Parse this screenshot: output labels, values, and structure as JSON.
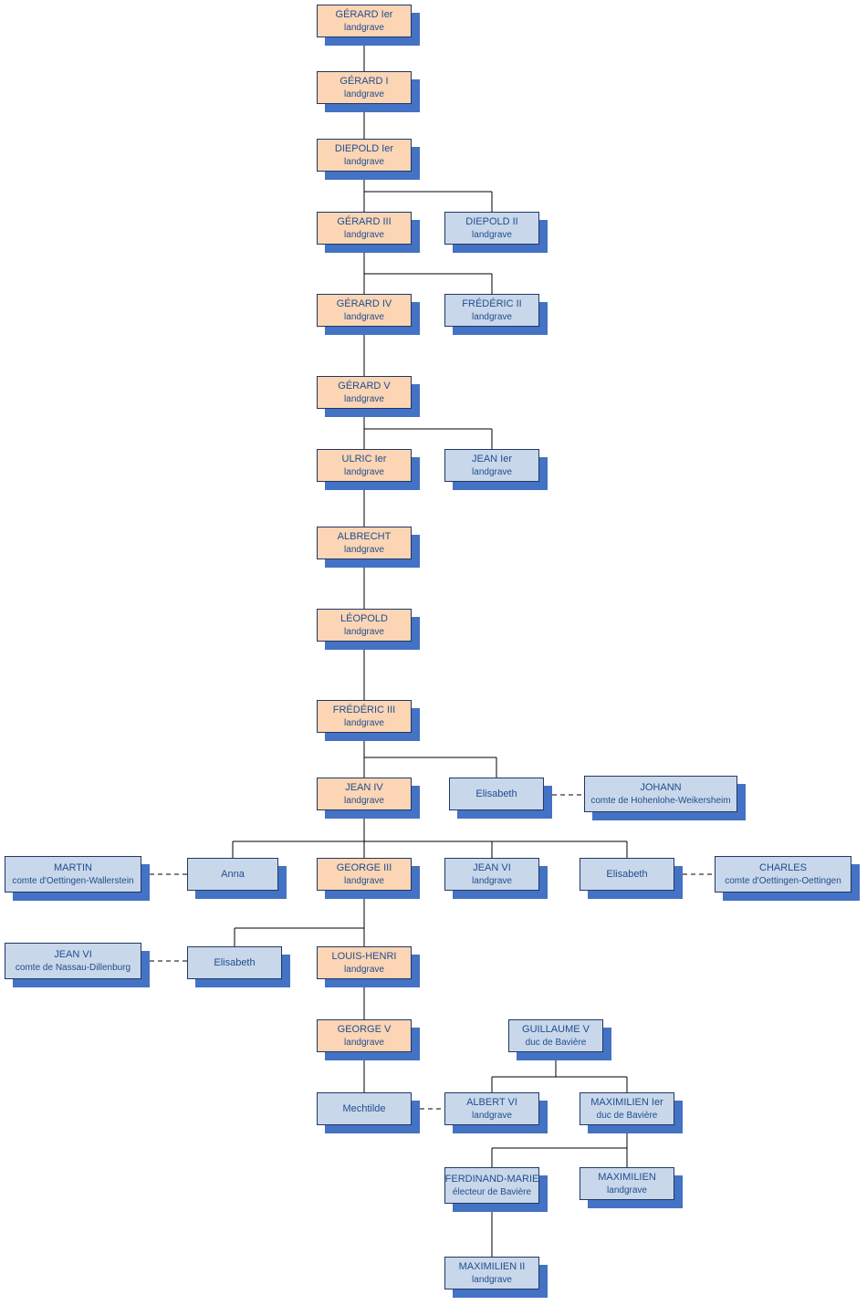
{
  "palette": {
    "main_line_fill": "#FCD5B4",
    "secondary_fill": "#C9D7EA",
    "shadow": "#4472C4",
    "border": "#1F3864",
    "text": "#1F4E8F",
    "connector": "#000000"
  },
  "nodes": [
    {
      "name": "GÉRARD Ier",
      "subtitle": "landgrave"
    },
    {
      "name": "GÉRARD I",
      "subtitle": "landgrave"
    },
    {
      "name": "DIEPOLD Ier",
      "subtitle": "landgrave"
    },
    {
      "name": "GÉRARD III",
      "subtitle": "landgrave"
    },
    {
      "name": "DIEPOLD II",
      "subtitle": "landgrave"
    },
    {
      "name": "GÉRARD IV",
      "subtitle": "landgrave"
    },
    {
      "name": "FRÉDÉRIC II",
      "subtitle": "landgrave"
    },
    {
      "name": "GÉRARD V",
      "subtitle": "landgrave"
    },
    {
      "name": "ULRIC Ier",
      "subtitle": "landgrave"
    },
    {
      "name": "JEAN Ier",
      "subtitle": "landgrave"
    },
    {
      "name": "ALBRECHT",
      "subtitle": "landgrave"
    },
    {
      "name": "LÉOPOLD",
      "subtitle": "landgrave"
    },
    {
      "name": "FRÉDÉRIC III",
      "subtitle": "landgrave"
    },
    {
      "name": "JEAN IV",
      "subtitle": "landgrave"
    },
    {
      "name": "Elisabeth",
      "subtitle": ""
    },
    {
      "name": "JOHANN",
      "subtitle": "comte de Hohenlohe-Weikersheim"
    },
    {
      "name": "MARTIN",
      "subtitle": "comte d'Oettingen-Wallerstein"
    },
    {
      "name": "Anna",
      "subtitle": ""
    },
    {
      "name": "GEORGE III",
      "subtitle": "landgrave"
    },
    {
      "name": "JEAN VI",
      "subtitle": "landgrave"
    },
    {
      "name": "Elisabeth",
      "subtitle": ""
    },
    {
      "name": "CHARLES",
      "subtitle": "comte d'Oettingen-Oettingen"
    },
    {
      "name": "JEAN VI",
      "subtitle": "comte de Nassau-Dillenburg"
    },
    {
      "name": "Elisabeth",
      "subtitle": ""
    },
    {
      "name": "LOUIS-HENRI",
      "subtitle": "landgrave"
    },
    {
      "name": "GEORGE V",
      "subtitle": "landgrave"
    },
    {
      "name": "GUILLAUME V",
      "subtitle": "duc de Bavière"
    },
    {
      "name": "Mechtilde",
      "subtitle": ""
    },
    {
      "name": "ALBERT VI",
      "subtitle": "landgrave"
    },
    {
      "name": "MAXIMILIEN Ier",
      "subtitle": "duc de Bavière"
    },
    {
      "name": "FERDINAND-MARIE",
      "subtitle": "électeur de Bavière"
    },
    {
      "name": "MAXIMILIEN",
      "subtitle": "landgrave"
    },
    {
      "name": "MAXIMILIEN II",
      "subtitle": "landgrave"
    }
  ]
}
